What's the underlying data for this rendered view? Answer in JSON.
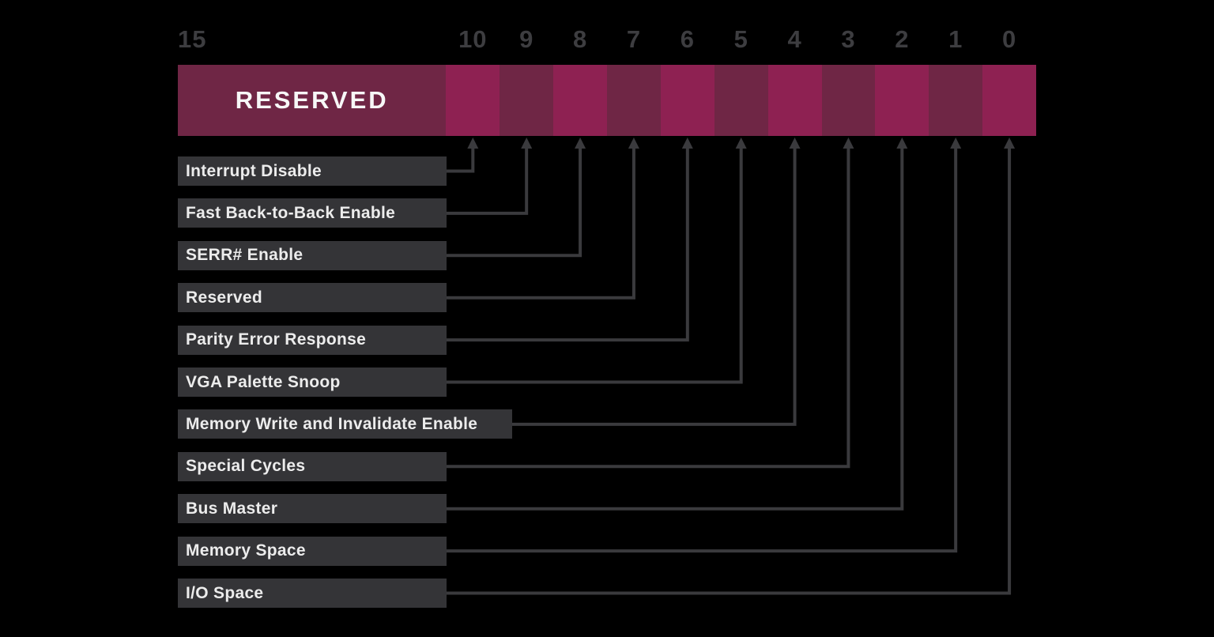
{
  "register": {
    "reserved_label": "RESERVED",
    "left_bit_number": "15",
    "bit_numbers": [
      "10",
      "9",
      "8",
      "7",
      "6",
      "5",
      "4",
      "3",
      "2",
      "1",
      "0"
    ],
    "bits_total": 16,
    "reserved_span_bits": 5
  },
  "fields": [
    {
      "label": "Interrupt Disable",
      "bit": 10
    },
    {
      "label": "Fast Back-to-Back Enable",
      "bit": 9
    },
    {
      "label": "SERR# Enable",
      "bit": 8
    },
    {
      "label": "Reserved",
      "bit": 7
    },
    {
      "label": "Parity Error Response",
      "bit": 6
    },
    {
      "label": "VGA Palette Snoop",
      "bit": 5
    },
    {
      "label": "Memory Write and Invalidate Enable",
      "bit": 4
    },
    {
      "label": "Special Cycles",
      "bit": 3
    },
    {
      "label": "Bus Master",
      "bit": 2
    },
    {
      "label": "Memory Space",
      "bit": 1
    },
    {
      "label": "I/O Space",
      "bit": 0
    }
  ],
  "colors": {
    "background": "#000000",
    "cell_bright": "#8e2152",
    "cell_dark": "#6f2645",
    "reserved_block": "#6f2645",
    "label_box": "#343437",
    "label_text": "#ececec",
    "reserved_text": "#f7f7f7",
    "bit_number_text": "#3d3d40",
    "connector_line": "#3a3a3d"
  }
}
